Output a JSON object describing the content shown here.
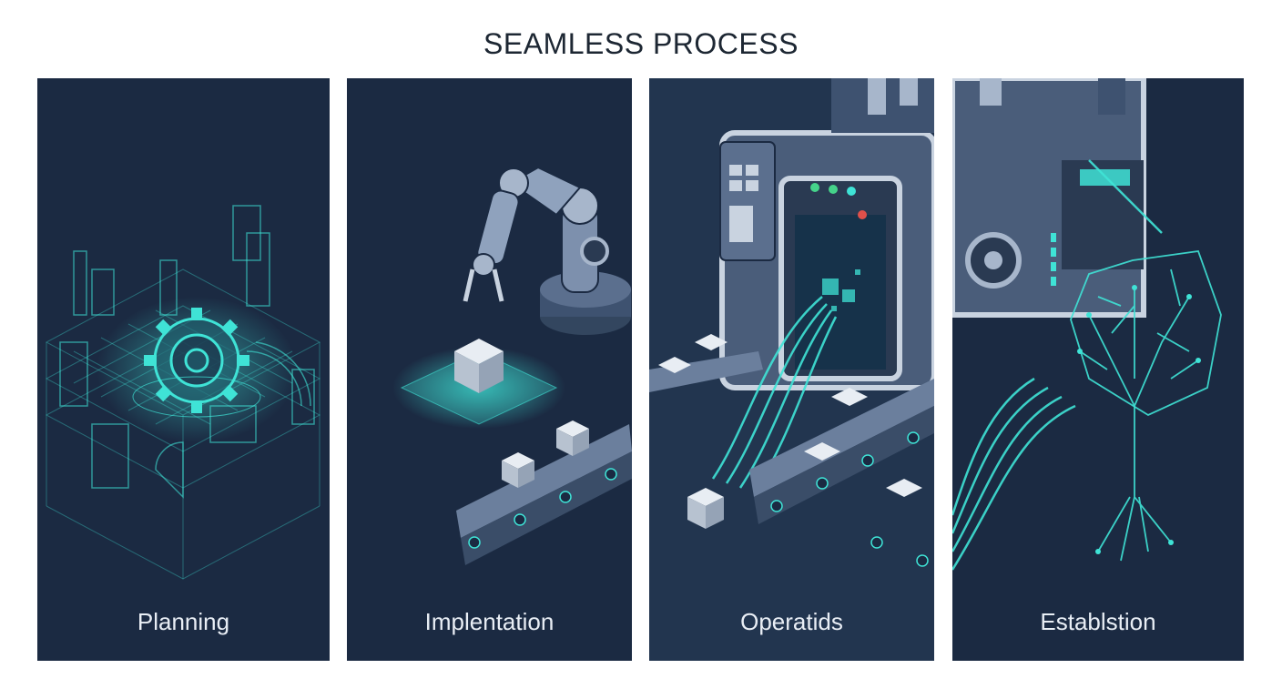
{
  "title": "SEAMLESS PROCESS",
  "colors": {
    "panel_bg": "#1b2a42",
    "accent_glow": "#3fe3d6",
    "machine_body": "#4a5d7a",
    "text_light": "#e9eef5",
    "title_text": "#1d2733"
  },
  "panels": [
    {
      "label": "Planning",
      "icon": "holographic-gear-blueprint-icon"
    },
    {
      "label": "Implentation",
      "icon": "robotic-arm-conveyor-icon"
    },
    {
      "label": "Operatids",
      "icon": "machine-conveyor-icon"
    },
    {
      "label": "Establstion",
      "icon": "circuit-tree-icon"
    }
  ]
}
